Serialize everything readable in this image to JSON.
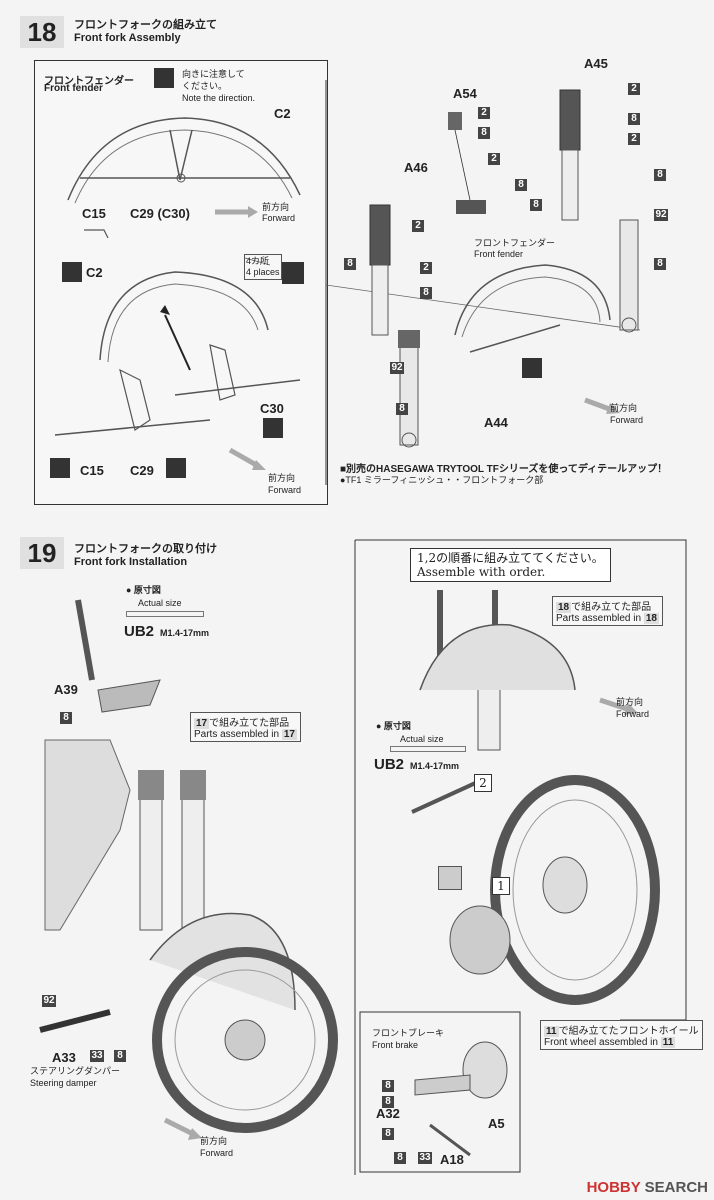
{
  "step18": {
    "number": "18",
    "title_jp": "フロントフォークの組み立て",
    "title_en": "Front fork Assembly",
    "fender_jp": "フロントフェンダー",
    "fender_en": "Front fender",
    "direction_jp1": "向きに注意して",
    "direction_jp2": "ください。",
    "direction_en": "Note the direction.",
    "parts": {
      "c2_top": "C2",
      "c15_top": "C15",
      "c29c30": "C29 (C30)",
      "c2_bottom": "C2",
      "c30": "C30",
      "c15_bottom": "C15",
      "c29_bottom": "C29",
      "a45": "A45",
      "a54": "A54",
      "a46": "A46",
      "a44": "A44"
    },
    "places_jp": "4カ所",
    "places_en": "4 places",
    "forward_jp": "前方向",
    "forward_en": "Forward",
    "fender2_jp": "フロントフェンダー",
    "fender2_en": "Front fender",
    "tool_line1": "■別売のHASEGAWA TRYTOOL TFシリーズを使ってディテールアップ！",
    "tool_line2": "●TF1 ミラーフィニッシュ・・フロントフォーク部",
    "colors": {
      "c2": "2",
      "c8": "8",
      "c92": "92"
    }
  },
  "step19": {
    "number": "19",
    "title_jp": "フロントフォークの取り付け",
    "title_en": "Front fork Installation",
    "actual_jp": "● 原寸図",
    "actual_en": "Actual size",
    "ub2": "UB2",
    "ub2_spec": "M1.4-17mm",
    "a39": "A39",
    "ref17_jp": "で組み立てた部品",
    "ref17_en": "Parts assembled in",
    "ref17_num": "17",
    "order_jp": "1,2の順番に組み立ててください。",
    "order_en": "Assemble with order.",
    "ref18_jp": "で組み立てた部品",
    "ref18_en": "Parts assembled in",
    "ref18_num": "18",
    "forward_jp": "前方向",
    "forward_en": "Forward",
    "actual2_jp": "● 原寸図",
    "actual2_en": "Actual size",
    "ub2b": "UB2",
    "ub2b_spec": "M1.4-17mm",
    "order1": "1",
    "order2": "2",
    "a33": "A33",
    "damper_jp": "ステアリングダンパー",
    "damper_en": "Steering damper",
    "ref11_jp": "で組み立てたフロントホイール",
    "ref11_en": "Front wheel assembled in",
    "ref11_num": "11",
    "brake_jp": "フロントブレーキ",
    "brake_en": "Front brake",
    "a32": "A32",
    "a5": "A5",
    "a18": "A18",
    "forward2_jp": "前方向",
    "forward2_en": "Forward"
  },
  "watermark": {
    "brand": "HOBBY",
    "rest": "SEARCH"
  }
}
